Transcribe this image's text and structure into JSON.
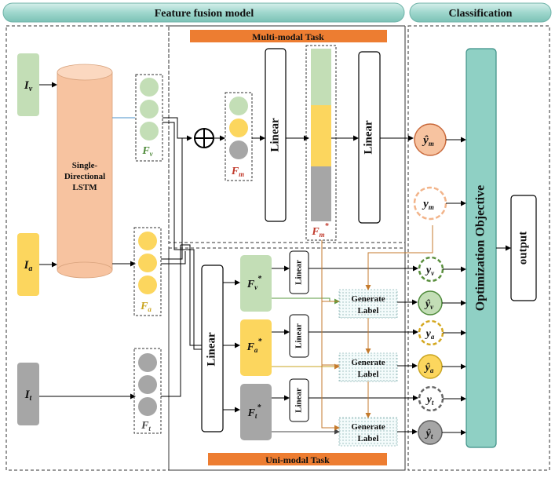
{
  "headers": {
    "feature_fusion": "Feature fusion model",
    "classification": "Classification"
  },
  "tasks": {
    "multi_modal": "Multi-modal Task",
    "uni_modal": "Uni-modal Task"
  },
  "inputs": {
    "iv": {
      "main": "I",
      "sub": "v"
    },
    "ia": {
      "main": "I",
      "sub": "a"
    },
    "it": {
      "main": "I",
      "sub": "t"
    }
  },
  "lstm": {
    "line1": "Single-",
    "line2": "Directional",
    "line3": "LSTM"
  },
  "features": {
    "fv": {
      "main": "F",
      "sub": "v"
    },
    "fa": {
      "main": "F",
      "sub": "a"
    },
    "ft": {
      "main": "F",
      "sub": "t"
    },
    "fm": {
      "main": "F",
      "sub": "m"
    },
    "fm_star": {
      "main": "F",
      "sub": "m",
      "sup": "*"
    },
    "fv_star": {
      "main": "F",
      "sub": "v",
      "sup": "*"
    },
    "fa_star": {
      "main": "F",
      "sub": "a",
      "sup": "*"
    },
    "ft_star": {
      "main": "F",
      "sub": "t",
      "sup": "*"
    }
  },
  "linear_label": "Linear",
  "generate_label": {
    "line1": "Generate",
    "line2": "Label"
  },
  "outputs": {
    "ym_hat": {
      "main": "ŷ",
      "sub": "m"
    },
    "ym": {
      "main": "y",
      "sub": "m"
    },
    "yv": {
      "main": "y",
      "sub": "v"
    },
    "yv_hat": {
      "main": "ŷ",
      "sub": "v"
    },
    "ya": {
      "main": "y",
      "sub": "a"
    },
    "ya_hat": {
      "main": "ŷ",
      "sub": "a"
    },
    "yt": {
      "main": "y",
      "sub": "t"
    },
    "yt_hat": {
      "main": "ŷ",
      "sub": "t"
    }
  },
  "optimization": "Optimization Objective",
  "output": "output",
  "colors": {
    "green": "#c3deb6",
    "yellow": "#fcd65e",
    "gray": "#a6a6a6",
    "salmon": "#f7c3a0",
    "teal": "#8fd0c4",
    "orange": "#ed7d31",
    "green_dark": "#4e8a3a",
    "yellow_dark": "#c9a521",
    "gray_dark": "#5f5f5f",
    "feature_label": "#b8741a"
  }
}
